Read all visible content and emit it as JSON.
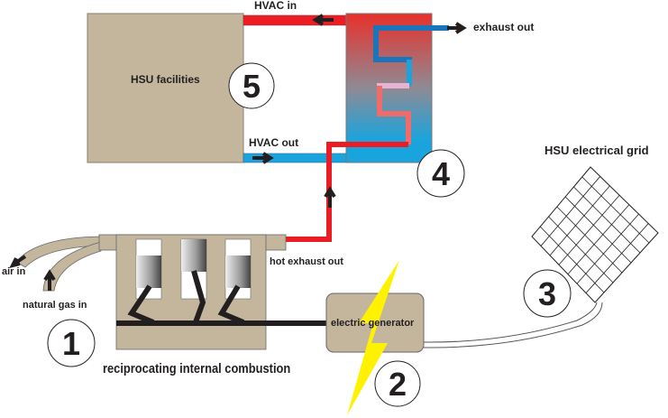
{
  "labels": {
    "facilities": "HSU facilities",
    "hvac_in": "HVAC in",
    "hvac_out": "HVAC out",
    "exhaust_out": "exhaust out",
    "hot_exhaust_out": "hot exhaust out",
    "air_in": "air in",
    "natural_gas_in": "natural gas in",
    "engine": "reciprocating internal combustion",
    "generator": "electric generator",
    "grid": "HSU electrical grid"
  },
  "numbers": {
    "n1": "1",
    "n2": "2",
    "n3": "3",
    "n4": "4",
    "n5": "5"
  },
  "colors": {
    "tan": "#c4b69c",
    "hot": "#ec1c24",
    "cold": "#1aa4dd",
    "dark_blue": "#1b75bb",
    "pink": "#e7b3d3",
    "bolt": "#fff200"
  }
}
